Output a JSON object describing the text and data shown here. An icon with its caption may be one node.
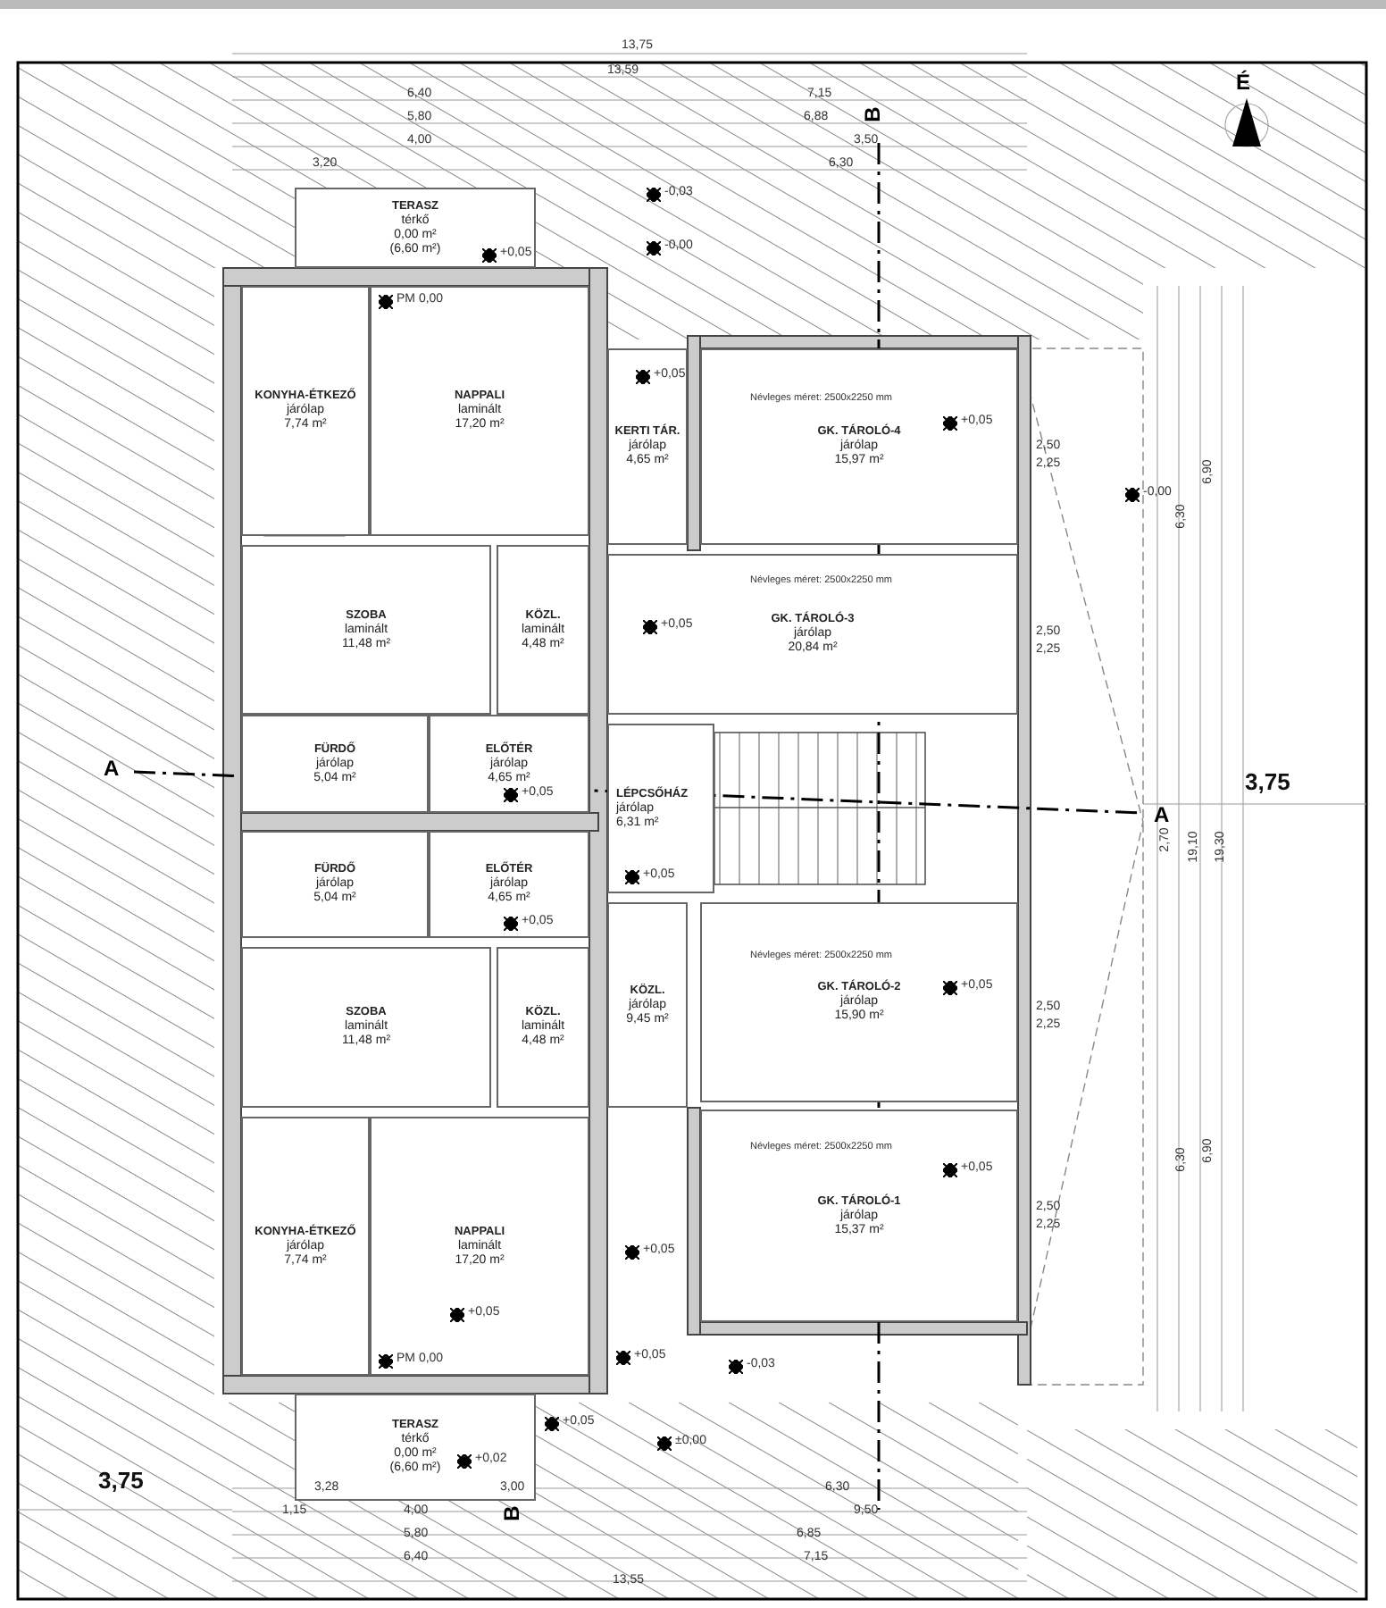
{
  "diagram": {
    "nodes": [
      {
        "text": [
          "TERASZ",
          "térkő",
          "0,00 m²",
          "(6,60 m²)"
        ]
      },
      {
        "text": [
          "KONYHA-ÉTKEZŐ",
          "járólap",
          "7,74 m²"
        ]
      },
      {
        "text": [
          "NAPPALI",
          "laminált",
          "17,20 m²"
        ]
      },
      {
        "text": [
          "KERTI TÁR.",
          "járólap",
          "4,65 m²"
        ]
      },
      {
        "text": [
          "GK. TÁROLÓ-4",
          "járólap",
          "15,97 m²"
        ]
      },
      {
        "text": [
          "SZOBA",
          "laminált",
          "11,48 m²"
        ]
      },
      {
        "text": [
          "KÖZL.",
          "laminált",
          "4,48 m²"
        ]
      },
      {
        "text": [
          "GK. TÁROLÓ-3",
          "járólap",
          "20,84 m²"
        ]
      },
      {
        "text": [
          "FÜRDŐ",
          "járólap",
          "5,04 m²"
        ]
      },
      {
        "text": [
          "ELŐTÉR",
          "járólap",
          "4,65 m²"
        ]
      },
      {
        "text": [
          "LÉPCSŐHÁZ",
          "járólap",
          "6,31 m²"
        ]
      },
      {
        "text": [
          "FÜRDŐ",
          "járólap",
          "5,04 m²"
        ]
      },
      {
        "text": [
          "ELŐTÉR",
          "járólap",
          "4,65 m²"
        ]
      },
      {
        "text": [
          "SZOBA",
          "laminált",
          "11,48 m²"
        ]
      },
      {
        "text": [
          "KÖZL.",
          "laminált",
          "4,48 m²"
        ]
      },
      {
        "text": [
          "KÖZL.",
          "járólap",
          "9,45 m²"
        ]
      },
      {
        "text": [
          "GK. TÁROLÓ-2",
          "járólap",
          "15,90 m²"
        ]
      },
      {
        "text": [
          "GK. TÁROLÓ-1",
          "járólap",
          "15,37 m²"
        ]
      },
      {
        "text": [
          "KONYHA-ÉTKEZŐ",
          "járólap",
          "7,74 m²"
        ]
      },
      {
        "text": [
          "NAPPALI",
          "laminált",
          "17,20 m²"
        ]
      },
      {
        "text": [
          "TERASZ",
          "térkő",
          "0,00 m²",
          "(6,60 m²)"
        ]
      }
    ],
    "labels": [
      "13,75",
      "13,59",
      "6,40",
      "7,15",
      "5,80",
      "6,88",
      "4,00",
      "B",
      "3,50",
      "É",
      "3,20",
      "6,30",
      "-0,03",
      "+0,05",
      "-0,00",
      "PM 0,00",
      "+0,05",
      "Névleges méret: 2500x2250 mm",
      "+0,05",
      "2,50",
      "2,25",
      "-0,00",
      "6,30",
      "6,90",
      "Névleges méret: 2500x2250 mm",
      "+0,05",
      "2,50",
      "2,25",
      "+0,05",
      "A",
      "3,75",
      "A",
      "2,70",
      "19,10",
      "19,30",
      "+0,05",
      "+0,05",
      "Névleges méret: 2500x2250 mm",
      "+0,05",
      "2,50",
      "2,25",
      "6,30",
      "6,90",
      "Névleges méret: 2500x2250 mm",
      "+0,05",
      "2,50",
      "2,25",
      "+0,05",
      "+0,05",
      "+0,05",
      "-0,03",
      "PM 0,00",
      "+0,05",
      "±0,00",
      "+0,02",
      "3,28",
      "3,00",
      "6,30",
      "3,75",
      "1,15",
      "4,00",
      "B",
      "9,50",
      "5,80",
      "6,85",
      "6,40",
      "7,15",
      "13,55"
    ]
  }
}
